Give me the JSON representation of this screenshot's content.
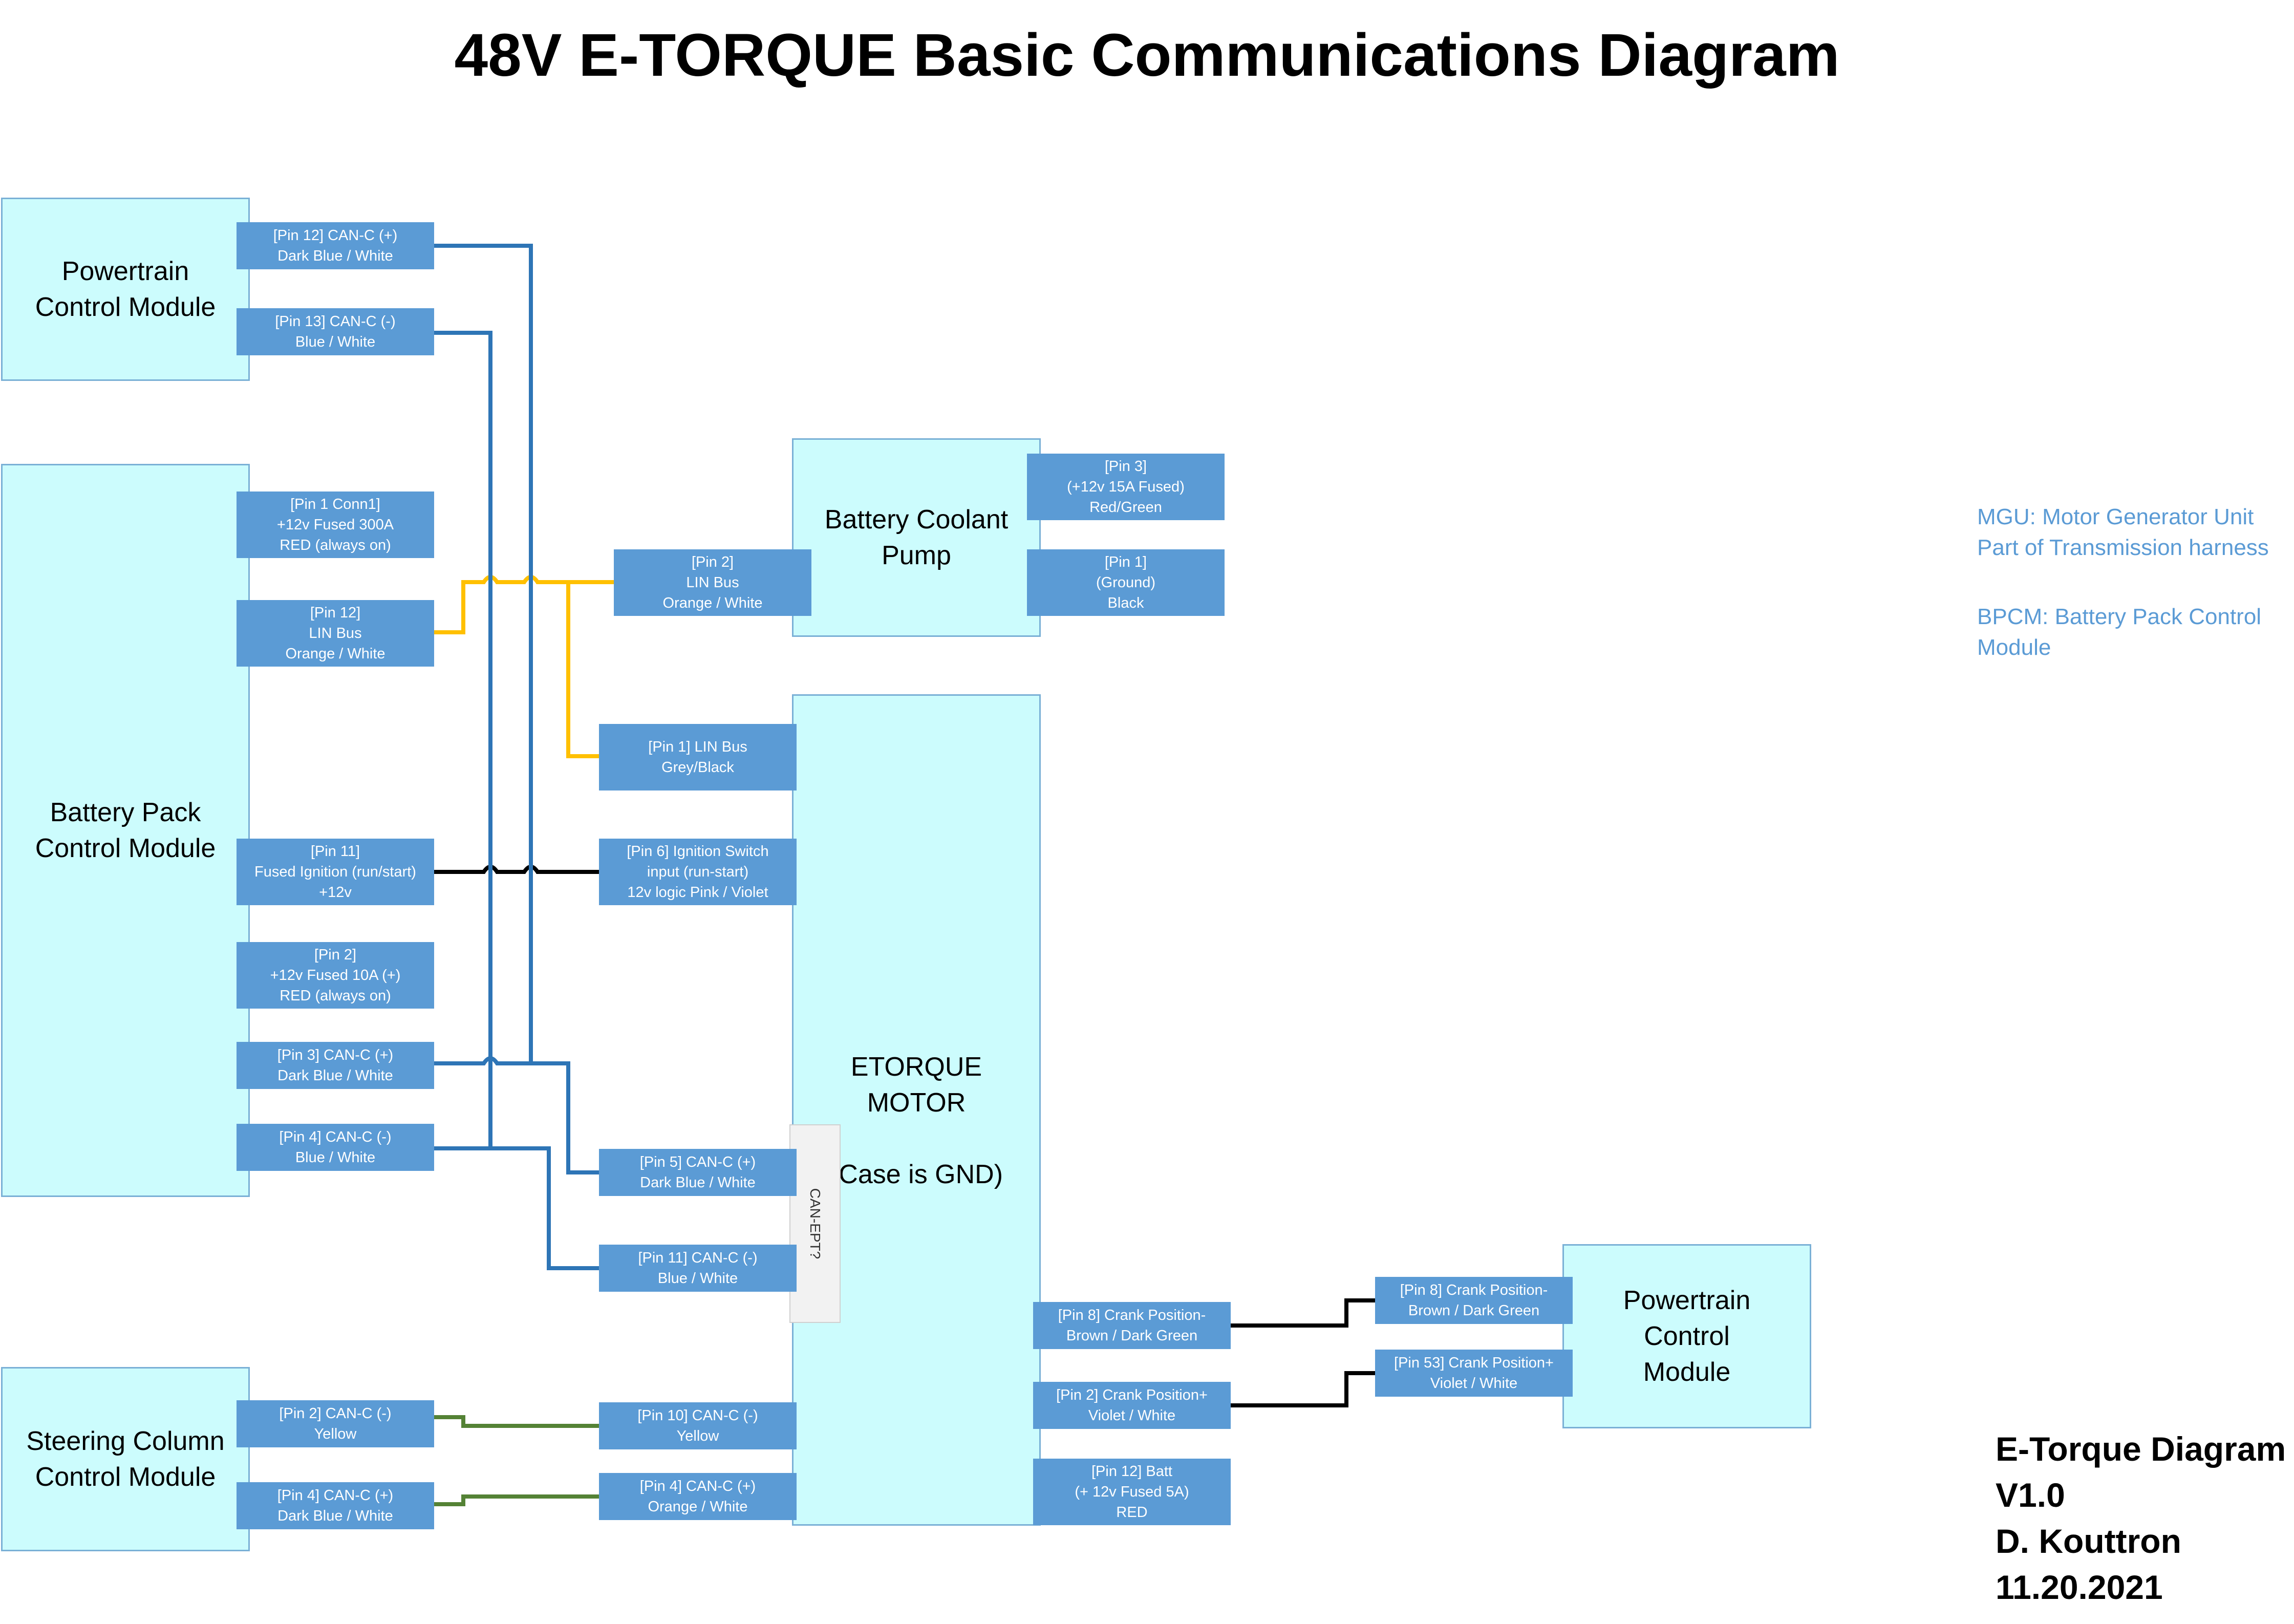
{
  "title": "48V E-TORQUE Basic Communications Diagram",
  "colors": {
    "can_wire": "#2e75b6",
    "lin_wire": "#ffc000",
    "ignition_wire": "#000000",
    "steering_can_wire": "#548235",
    "module_fill": "#ccfcfd",
    "pin_fill": "#5b9bd5",
    "legend_text": "#5b9bd5"
  },
  "modules": {
    "pcm_left": "Powertrain\nControl Module",
    "bpcm": "Battery Pack\nControl Module",
    "sccm": "Steering Column\nControl Module",
    "coolant_pump": "Battery Coolant\nPump",
    "motor": "ETORQUE\nMOTOR\n\n(Case is GND)",
    "pcm_right": "Powertrain\nControl\nModule"
  },
  "pins": {
    "pcm_pin12": "[Pin 12] CAN-C (+)\nDark Blue / White",
    "pcm_pin13": "[Pin 13] CAN-C (-)\nBlue / White",
    "bpcm_pin1": "[Pin 1 Conn1]\n+12v Fused 300A\nRED (always on)",
    "bpcm_pin12": "[Pin 12]\nLIN Bus\nOrange / White",
    "bpcm_pin11": "[Pin 11]\nFused Ignition (run/start)\n+12v",
    "bpcm_pin2": "[Pin 2]\n+12v Fused 10A (+)\nRED (always on)",
    "bpcm_pin3": "[Pin 3] CAN-C (+)\nDark Blue / White",
    "bpcm_pin4": "[Pin 4] CAN-C (-)\nBlue / White",
    "sccm_pin2": "[Pin 2] CAN-C (-)\nYellow",
    "sccm_pin4": "[Pin 4] CAN-C (+)\nDark Blue / White",
    "pump_pin2": "[Pin 2]\nLIN Bus\nOrange / White",
    "pump_pin3": "[Pin 3]\n(+12v 15A Fused)\nRed/Green",
    "pump_pin1": "[Pin 1]\n(Ground)\nBlack",
    "motor_pin1": "[Pin 1] LIN Bus\nGrey/Black",
    "motor_pin6": "[Pin 6] Ignition Switch\ninput (run-start)\n12v logic Pink / Violet",
    "motor_pin5": "[Pin 5] CAN-C (+)\nDark Blue / White",
    "motor_pin11": "[Pin 11] CAN-C (-)\nBlue / White",
    "motor_pin10": "[Pin 10] CAN-C (-)\nYellow",
    "motor_pin4": "[Pin 4] CAN-C (+)\nOrange / White",
    "motor_pin8": "[Pin 8] Crank Position-\nBrown / Dark Green",
    "motor_pin2": "[Pin 2] Crank Position+\nViolet / White",
    "motor_pin12": "[Pin 12] Batt\n(+ 12v Fused 5A)\nRED",
    "pcm_right_pin8": "[Pin 8] Crank Position-\nBrown / Dark Green",
    "pcm_right_pin53": "[Pin 53] Crank Position+\nViolet / White"
  },
  "can_ept_label": "CAN-EPT?",
  "legend": {
    "mgu": "MGU: Motor Generator Unit\nPart of Transmission harness",
    "bpcm": "BPCM: Battery Pack Control\nModule"
  },
  "info": {
    "line1": "E-Torque Diagram",
    "line2": "V1.0",
    "line3": "D. Kouttron",
    "line4": "11.20.2021"
  }
}
